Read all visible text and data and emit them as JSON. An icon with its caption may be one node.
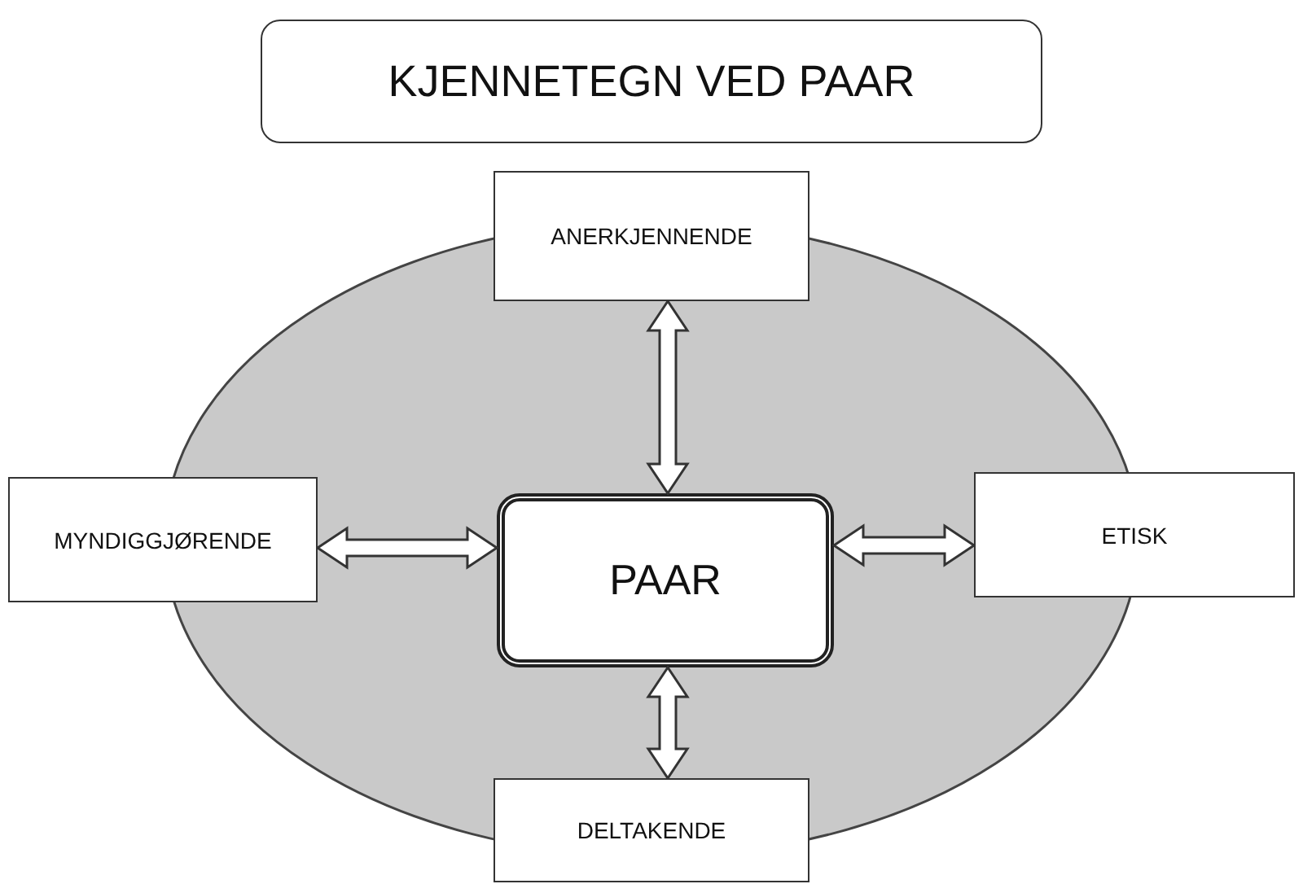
{
  "diagram": {
    "title": "KJENNETEGN VED PAAR",
    "nodes": [
      {
        "text": [],
        "shape": "ellipse"
      },
      {
        "text": [
          "ANERKJENNENDE"
        ]
      },
      {
        "text": [
          "MYNDIGGJØRENDE"
        ]
      },
      {
        "text": [
          "PAAR"
        ],
        "in": 0
      },
      {
        "text": [
          "ETISK"
        ]
      },
      {
        "text": [
          "DELTAKENDE"
        ]
      }
    ],
    "edges": [
      {
        "from": 1,
        "to": 3,
        "arrow": "both"
      },
      {
        "from": 2,
        "to": 3,
        "arrow": "both"
      },
      {
        "from": 3,
        "to": 4,
        "arrow": "both"
      },
      {
        "from": 3,
        "to": 5,
        "arrow": "both"
      }
    ]
  }
}
